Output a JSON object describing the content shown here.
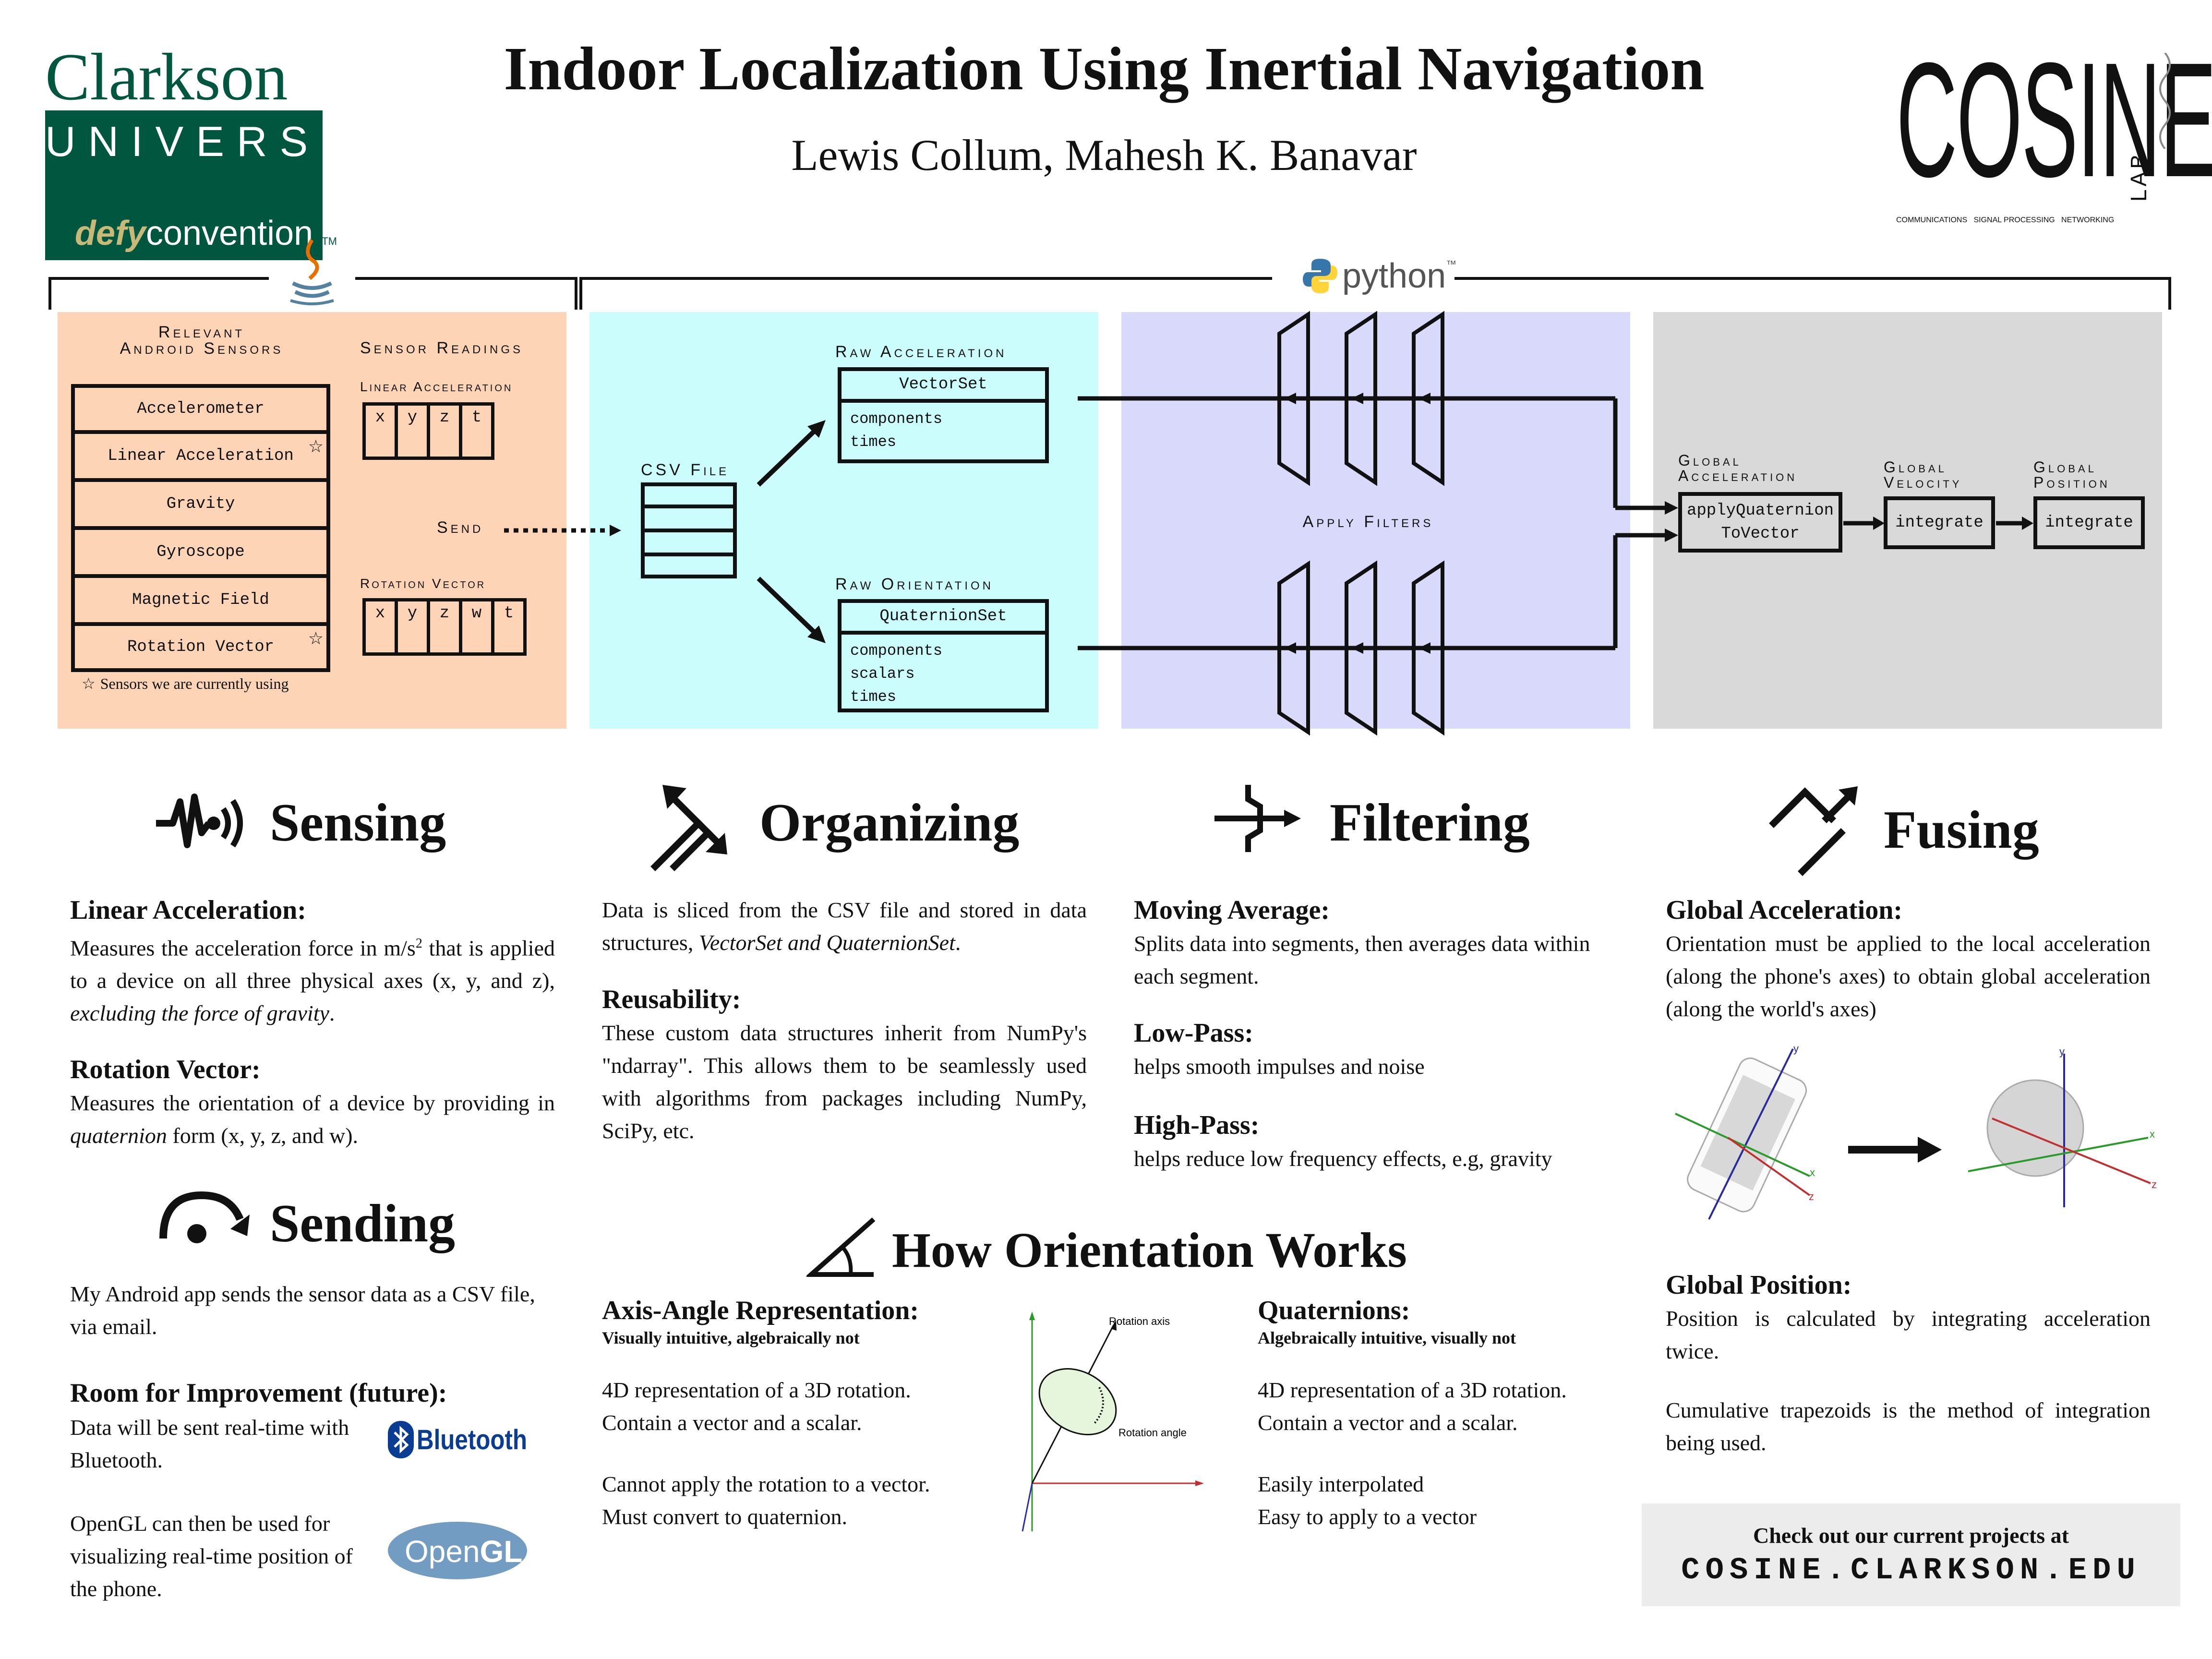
{
  "header": {
    "title": "Indoor Localization Using Inertial Navigation",
    "authors": "Lewis Collum, Mahesh K. Banavar",
    "clarkson_logo": {
      "line1": "Clarkson",
      "line2": "UNIVERSITY",
      "tagline_a": "defy",
      "tagline_b": "convention",
      "tm": "TM"
    },
    "cosine_logo": {
      "word": "COSINE",
      "lab": "LAB",
      "sub": "COMMUNICATIONS   SIGNAL PROCESSING   NETWORKING"
    }
  },
  "brackets": {
    "java_icon": "java-icon",
    "python_label": "python",
    "python_tm": "™"
  },
  "colors": {
    "sensing_bg": "#fdd4b6",
    "organizing_bg": "#cbfdfc",
    "filtering_bg": "#d9d9fb",
    "fusing_bg": "#d9d9d9",
    "clarkson_green": "#00563f"
  },
  "diagram": {
    "sensors_title_1": "Relevant",
    "sensors_title_2": "Android Sensors",
    "sensors": [
      {
        "label": "Accelerometer",
        "star": false
      },
      {
        "label": "Linear Acceleration",
        "star": true
      },
      {
        "label": "Gravity",
        "star": false
      },
      {
        "label": "Gyroscope",
        "star": false
      },
      {
        "label": "Magnetic Field",
        "star": false
      },
      {
        "label": "Rotation Vector",
        "star": true
      }
    ],
    "star_glyph": "☆",
    "sensors_note": "Sensors we are currently using",
    "readings_title": "Sensor Readings",
    "linear_accel_title": "Linear Acceleration",
    "linear_accel_cells": [
      "x",
      "y",
      "z",
      "t"
    ],
    "rotation_vector_title": "Rotation Vector",
    "rotation_vector_cells": [
      "x",
      "y",
      "z",
      "w",
      "t"
    ],
    "send_label": "Send",
    "csv_label": "CSV File",
    "raw_accel_title": "Raw Acceleration",
    "vectorset": {
      "name": "VectorSet",
      "fields": [
        "components",
        "times"
      ]
    },
    "raw_orient_title": "Raw Orientation",
    "quaternionset": {
      "name": "QuaternionSet",
      "fields": [
        "components",
        "scalars",
        "times"
      ]
    },
    "filters_label": "Apply Filters",
    "global_accel_title_1": "Global",
    "global_accel_title_2": "Acceleration",
    "global_accel_fn_1": "applyQuaternion",
    "global_accel_fn_2": "ToVector",
    "global_vel_title_1": "Global",
    "global_vel_title_2": "Velocity",
    "global_vel_fn": "integrate",
    "global_pos_title_1": "Global",
    "global_pos_title_2": "Position",
    "global_pos_fn": "integrate"
  },
  "sensing": {
    "heading": "Sensing",
    "linear_title": "Linear Acceleration:",
    "linear_text_a": "Measures the acceleration force in m/s",
    "linear_text_sup": "2",
    "linear_text_b": " that is applied to a device on all three physical axes (x, y, and z), ",
    "linear_text_em": "excluding the force of gravity",
    "linear_text_c": ".",
    "rotation_title": "Rotation Vector:",
    "rotation_text_a": "Measures the orientation of a device by providing in ",
    "rotation_text_em": "quaternion",
    "rotation_text_b": " form (x, y, z, and w)."
  },
  "sending": {
    "heading": "Sending",
    "text": "My Android app sends the sensor data as a CSV file, via email.",
    "improve_title": "Room for Improvement (future):",
    "improve_text_1": "Data will be sent real-time with Bluetooth.",
    "improve_text_2": "OpenGL can then be used for visualizing real-time position of the phone.",
    "bluetooth_logo": "Bluetooth",
    "opengl_logo_a": "Open",
    "opengl_logo_b": "GL"
  },
  "organizing": {
    "heading": "Organizing",
    "text_a": "Data is sliced from the CSV file and stored in data structures, ",
    "text_em": "VectorSet and QuaternionSet",
    "text_b": ".",
    "reuse_title": "Reusability:",
    "reuse_text": "These custom data structures inherit from NumPy's \"ndarray\". This allows them to be seamlessly used with algorithms from packages including NumPy, SciPy, etc."
  },
  "filtering": {
    "heading": "Filtering",
    "moving_title": "Moving Average:",
    "moving_text": "Splits data into segments, then averages data within each segment.",
    "low_title": "Low-Pass:",
    "low_text": "helps smooth impulses and noise",
    "high_title": "High-Pass:",
    "high_text": "helps reduce low frequency effects, e.g, gravity"
  },
  "fusing": {
    "heading": "Fusing",
    "global_accel_title": "Global Acceleration:",
    "global_accel_text": "Orientation must be applied to the local acceleration (along the phone's axes) to obtain global acceleration (along the world's axes)",
    "axis_labels": {
      "y": "y",
      "x": "x",
      "z": "z"
    },
    "global_pos_title": "Global Position:",
    "global_pos_text_1": "Position is calculated by integrating acceleration twice.",
    "global_pos_text_2": "Cumulative trapezoids is the method of integration being used."
  },
  "orientation": {
    "heading": "How Orientation Works",
    "axis_title": "Axis-Angle Representation:",
    "axis_sub": "Visually intuitive, algebraically not",
    "axis_text_1a": "4D representation of a 3D rotation.",
    "axis_text_1b": "Contain a vector and a scalar.",
    "axis_text_2a": "Cannot apply the rotation to a vector.",
    "axis_text_2b": "Must convert to quaternion.",
    "fig_rotation_axis": "Rotation axis",
    "fig_rotation_angle": "Rotation angle",
    "quat_title": "Quaternions:",
    "quat_sub": "Algebraically intuitive, visually not",
    "quat_text_1a": "4D representation of a 3D rotation.",
    "quat_text_1b": "Contain a vector and a scalar.",
    "quat_text_2a": "Easily interpolated",
    "quat_text_2b": "Easy to apply to a vector"
  },
  "footer": {
    "check_label": "Check out our current projects at",
    "url": "COSINE.CLARKSON.EDU"
  }
}
